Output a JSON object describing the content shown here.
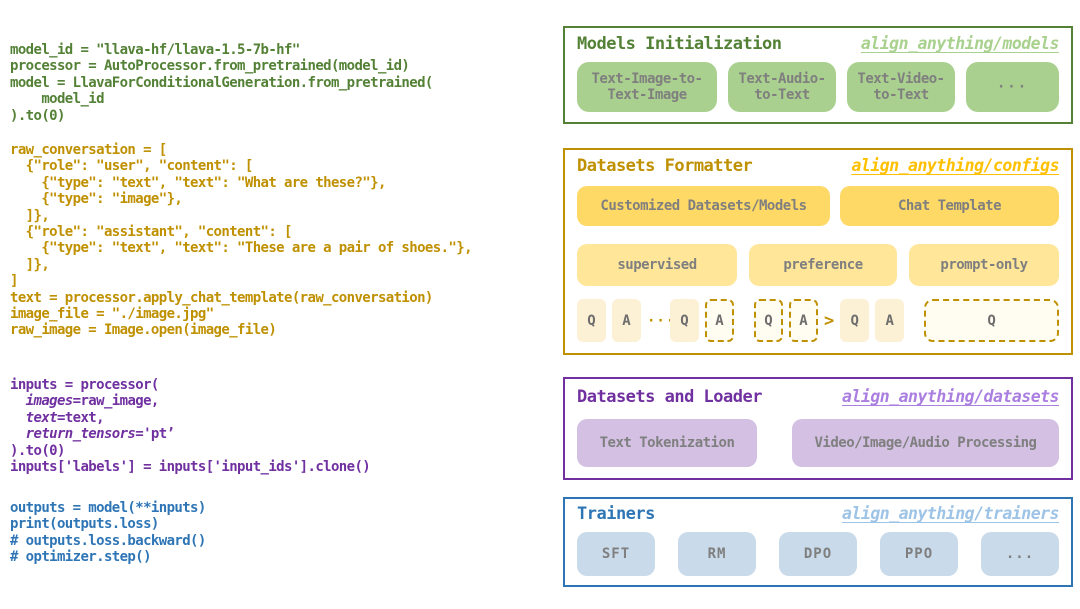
{
  "code": {
    "models_init": "model_id = \"llava-hf/llava-1.5-7b-hf\"\nprocessor = AutoProcessor.from_pretrained(model_id)\nmodel = LlavaForConditionalGeneration.from_pretrained(\n    model_id\n).to(0)",
    "conversation": "raw_conversation = [\n  {\"role\": \"user\", \"content\": [\n    {\"type\": \"text\", \"text\": \"What are these?\"},\n    {\"type\": \"image\"},\n  ]},\n  {\"role\": \"assistant\", \"content\": [\n    {\"type\": \"text\", \"text\": \"These are a pair of shoes.\"},\n  ]},\n]\ntext = processor.apply_chat_template(raw_conversation)\nimage_file = \"./image.jpg\"\nraw_image = Image.open(image_file)",
    "inputs": {
      "open": "inputs = processor(",
      "kw_images": "  images",
      "val_images": "=raw_image,",
      "kw_text": "  text",
      "val_text": "=text,",
      "kw_tensors": "  return_tensors",
      "val_tensors": "='pt’",
      "close": ").to(0)",
      "labels": "inputs['labels'] = inputs['input_ids'].clone()"
    },
    "outputs": "outputs = model(**inputs)\nprint(outputs.loss)\n# outputs.loss.backward()\n# optimizer.step()"
  },
  "boxes": {
    "models": {
      "title": "Models Initialization",
      "link": "align_anything/models",
      "pills": {
        "p1": "Text-Image-to-\nText-Image",
        "p2": "Text-Audio-\nto-Text",
        "p3": "Text-Video-\nto-Text",
        "p4": "···"
      }
    },
    "formatter": {
      "title": "Datasets Formatter",
      "link": "align_anything/configs",
      "row1": {
        "p1": "Customized Datasets/Models",
        "p2": "Chat Template"
      },
      "row2": {
        "p1": "supervised",
        "p2": "preference",
        "p3": "prompt-only"
      },
      "qa": {
        "q": "Q",
        "a": "A",
        "dots": "···",
        "gt": ">"
      }
    },
    "loader": {
      "title": "Datasets and Loader",
      "link": "align_anything/datasets",
      "pills": {
        "p1": "Text Tokenization",
        "p2": "Video/Image/Audio Processing"
      }
    },
    "trainers": {
      "title": "Trainers",
      "link": "align_anything/trainers",
      "pills": {
        "p1": "SFT",
        "p2": "RM",
        "p3": "DPO",
        "p4": "PPO",
        "p5": "..."
      }
    }
  },
  "colors": {
    "green_dark": "#538135",
    "green_link": "#A9D18E",
    "green_pill": "#A9D08E",
    "gold_dark": "#BF9000",
    "gold_link": "#FFC000",
    "gold_pill_dark": "#FFD966",
    "gold_pill_mid": "#FFE699",
    "gold_pill_light": "#FCF0D5",
    "purple_dark": "#7030A0",
    "purple_link": "#AB7FE0",
    "purple_pill": "#D3C0E3",
    "blue_dark": "#2E75B6",
    "blue_link": "#9DC3E6",
    "blue_pill": "#C9DAEA",
    "pill_text": "#7F7F7F"
  }
}
